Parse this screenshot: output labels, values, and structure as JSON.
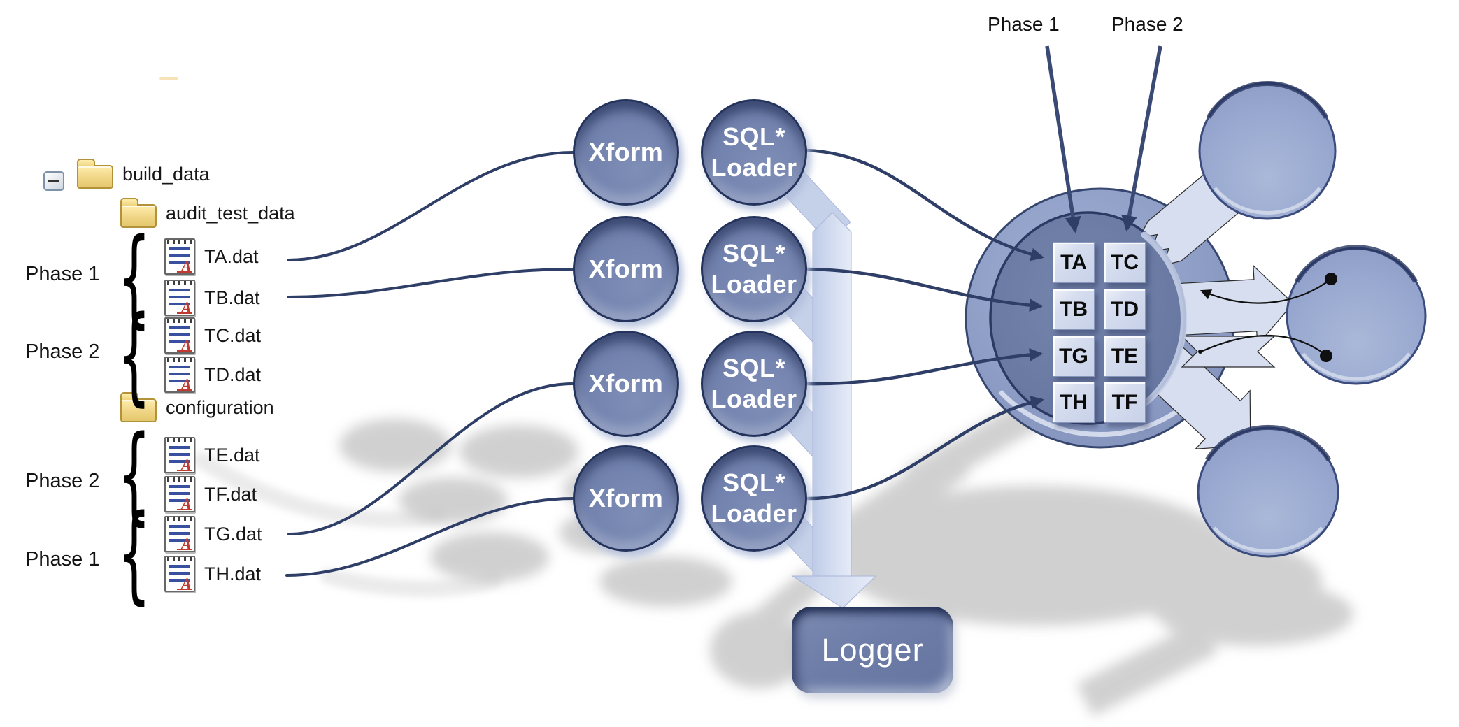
{
  "tree": {
    "root_label": "build_data",
    "folders": [
      {
        "label": "audit_test_data"
      },
      {
        "label": "configuration"
      }
    ],
    "files": [
      {
        "label": "TA.dat"
      },
      {
        "label": "TB.dat"
      },
      {
        "label": "TC.dat"
      },
      {
        "label": "TD.dat"
      },
      {
        "label": "TE.dat"
      },
      {
        "label": "TF.dat"
      },
      {
        "label": "TG.dat"
      },
      {
        "label": "TH.dat"
      }
    ],
    "brace_glyph": "{",
    "phase_groups": [
      {
        "label": "Phase 1"
      },
      {
        "label": "Phase 2"
      },
      {
        "label": "Phase 2"
      },
      {
        "label": "Phase 1"
      }
    ]
  },
  "pipeline": {
    "xform_label": "Xform",
    "sql_loader_line1": "SQL*",
    "sql_loader_line2": "Loader",
    "logger_label": "Logger"
  },
  "database": {
    "left_column": [
      "TA",
      "TB",
      "TG",
      "TH"
    ],
    "right_column": [
      "TC",
      "TD",
      "TE",
      "TF"
    ]
  },
  "annotations": {
    "phase1_label": "Phase 1",
    "phase2_label": "Phase 2"
  },
  "colors": {
    "node_fill": "#7282ae",
    "node_edge": "#24335c",
    "db_outer_ring": "#93a3c9",
    "db_inner": "#68789f",
    "table_box": "#ccd6ee",
    "flow_band": "#ccd6ee",
    "connector_line": "#2e3e66",
    "logger_fill": "#6b7ba8",
    "right_circle": "#98a8cf",
    "folder_yellow": "#f0d586",
    "shadow_gray": "#a3a3a3"
  }
}
